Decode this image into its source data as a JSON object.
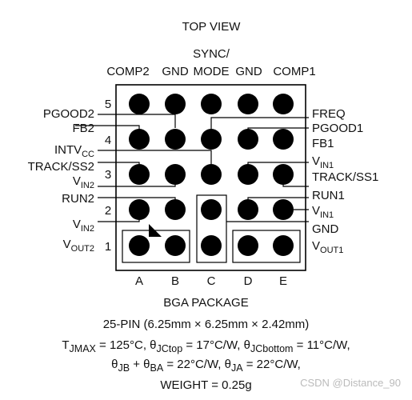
{
  "title": "TOP VIEW",
  "top_labels": [
    "COMP2",
    "GND",
    "SYNC/",
    "MODE",
    "GND",
    "COMP1"
  ],
  "left_labels": {
    "pgood2": "PGOOD2",
    "fb2": "FB2",
    "intv": "INTV",
    "intv_sub": "CC",
    "track2": "TRACK/SS2",
    "vin2a": "V",
    "vin2a_sub": "IN2",
    "run2": "RUN2",
    "vin2b": "V",
    "vin2b_sub": "IN2",
    "vout2": "V",
    "vout2_sub": "OUT2"
  },
  "right_labels": {
    "freq": "FREQ",
    "pgood1": "PGOOD1",
    "fb1": "FB1",
    "vin1a": "V",
    "vin1a_sub": "IN1",
    "track1": "TRACK/SS1",
    "run1": "RUN1",
    "vin1b": "V",
    "vin1b_sub": "IN1",
    "gnd": "GND",
    "vout1": "V",
    "vout1_sub": "OUT1"
  },
  "row_numbers": [
    "5",
    "4",
    "3",
    "2",
    "1"
  ],
  "col_letters": [
    "A",
    "B",
    "C",
    "D",
    "E"
  ],
  "package": {
    "name": "BGA PACKAGE",
    "dims": "25-PIN (6.25mm × 6.25mm × 2.42mm)",
    "line3_a": "T",
    "line3_a_sub": "JMAX",
    "line3_b": " = 125°C, θ",
    "line3_b_sub": "JCtop",
    "line3_c": " = 17°C/W, θ",
    "line3_c_sub": "JCbottom",
    "line3_d": " = 11°C/W,",
    "line4_a": "θ",
    "line4_a_sub": "JB",
    "line4_b": " + θ",
    "line4_b_sub": "BA",
    "line4_c": " = 22°C/W, θ",
    "line4_c_sub": "JA",
    "line4_d": " = 22°C/W,",
    "weight": "WEIGHT = 0.25g"
  },
  "watermark": "CSDN @Distance_90"
}
